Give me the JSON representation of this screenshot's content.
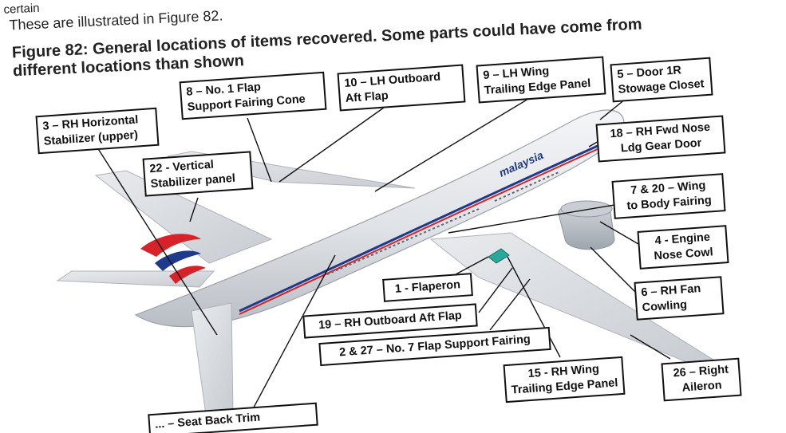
{
  "header": {
    "cut_line": "certain",
    "intro": "These are illustrated in Figure 82.",
    "figure_title_line1": "Figure 82: General locations of items recovered. Some parts could have come from",
    "figure_title_line2": "different locations than shown"
  },
  "airline_livery": "malaysia",
  "colors": {
    "livery_red": "#d6232a",
    "livery_blue": "#1f3a8a",
    "flaperon_teal": "#2aa89a",
    "label_border": "#111111"
  },
  "labels": [
    {
      "id": "8",
      "lines": [
        "8 – No. 1 Flap",
        "Support Fairing Cone"
      ]
    },
    {
      "id": "10",
      "lines": [
        "10 – LH Outboard",
        "Aft Flap"
      ]
    },
    {
      "id": "9",
      "lines": [
        "9 – LH Wing",
        "Trailing Edge Panel"
      ]
    },
    {
      "id": "5",
      "lines": [
        "5 – Door 1R",
        "Stowage Closet"
      ]
    },
    {
      "id": "3",
      "lines": [
        "3 – RH Horizontal",
        "Stabilizer (upper)"
      ]
    },
    {
      "id": "18",
      "lines": [
        "18 – RH Fwd Nose",
        "Ldg Gear Door"
      ]
    },
    {
      "id": "22",
      "lines": [
        "22 - Vertical",
        "Stabilizer panel"
      ]
    },
    {
      "id": "7",
      "lines": [
        "7 & 20 – Wing",
        "to Body Fairing"
      ]
    },
    {
      "id": "4",
      "lines": [
        "4 - Engine",
        "Nose Cowl"
      ]
    },
    {
      "id": "1",
      "lines": [
        "1 - Flaperon"
      ]
    },
    {
      "id": "6",
      "lines": [
        "6 – RH Fan",
        "Cowling"
      ]
    },
    {
      "id": "19",
      "lines": [
        "19 – RH Outboard Aft Flap"
      ]
    },
    {
      "id": "2",
      "lines": [
        "2 & 27 – No. 7 Flap Support Fairing"
      ]
    },
    {
      "id": "15",
      "lines": [
        "15 - RH Wing",
        "Trailing Edge Panel"
      ]
    },
    {
      "id": "26",
      "lines": [
        "26 – Right",
        "Aileron"
      ]
    },
    {
      "id": "cut",
      "lines": [
        "... – Seat Back Trim"
      ]
    }
  ]
}
